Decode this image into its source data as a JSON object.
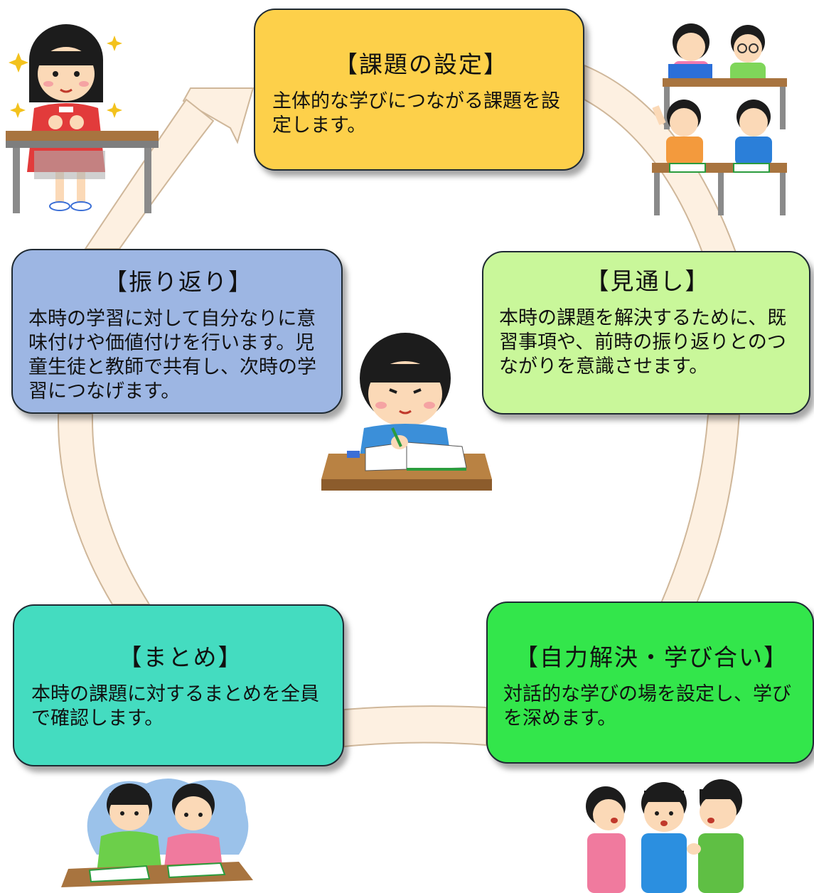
{
  "steps": {
    "kadai": {
      "title": "【課題の設定】",
      "body": "主体的な学びにつながる課題を設定します。",
      "color": "#fdd04a"
    },
    "mitooshi": {
      "title": "【見通し】",
      "body": "本時の課題を解決するために、既習事項や、前時の振り返りとのつながりを意識させます。",
      "color": "#c9f79a"
    },
    "jiriki": {
      "title": "【自力解決・学び合い】",
      "body": "対話的な学びの場を設定し、学びを深めます。",
      "color": "#33e64b"
    },
    "matome": {
      "title": "【まとめ】",
      "body": "本時の課題に対するまとめを全員で確認します。",
      "color": "#44dcc0"
    },
    "furikaeri": {
      "title": "【振り返り】",
      "body": "本時の学習に対して自分なりに意味付けや価値付けを行います。児童生徒と教師で共有し、次時の学習につなげます。",
      "color": "#9db6e3"
    }
  },
  "colors": {
    "arrow_fill": "#fdf0e1",
    "arrow_stroke": "#cfb79a",
    "box_border": "#1f2a33"
  },
  "illustrations": [
    "girl-motivated-at-desk-illustration",
    "classroom-students-illustration",
    "boy-studying-illustration",
    "students-writing-together-illustration",
    "children-discussing-illustration"
  ]
}
